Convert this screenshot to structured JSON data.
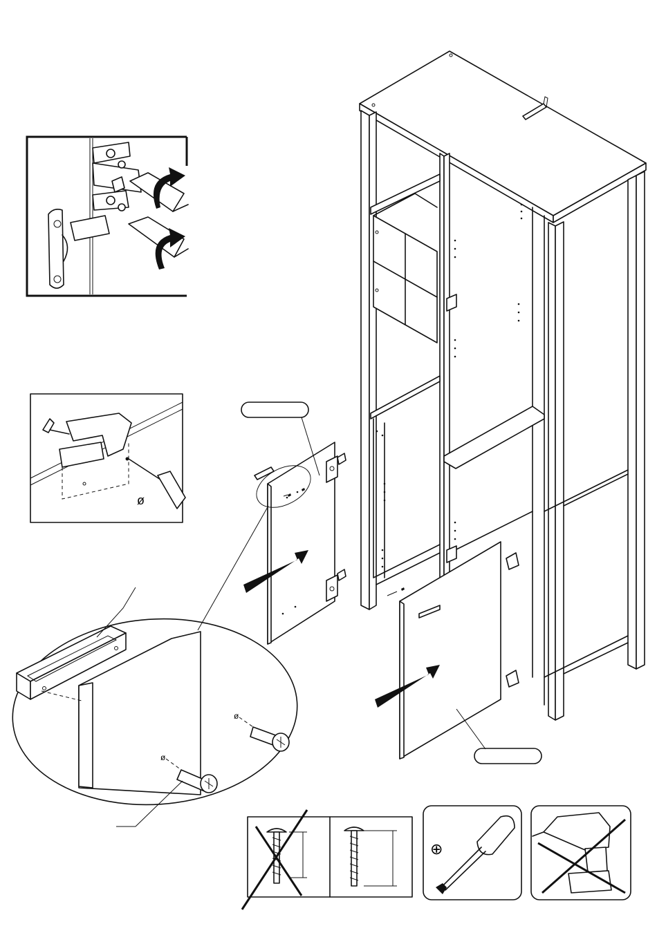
{
  "diagram": {
    "part_callouts": [
      {
        "id": "callout-left-door",
        "label": ""
      },
      {
        "id": "callout-bottom-door",
        "label": ""
      }
    ],
    "detail_boxes": [
      {
        "id": "hinge-adjust-detail",
        "icon": "hinge-adjust-icon"
      },
      {
        "id": "drill-jig-detail",
        "icon": "drill-jig-icon"
      },
      {
        "id": "handle-screw-detail",
        "icon": "handle-screw-icon"
      }
    ],
    "tool_panels": [
      {
        "id": "screw-length-check",
        "icon": "screw-length-icon"
      },
      {
        "id": "screwdriver-allowed",
        "icon": "phillips-screwdriver-icon"
      },
      {
        "id": "power-drill-forbidden",
        "icon": "power-drill-icon"
      }
    ],
    "symbols": {
      "diameter": "ø",
      "phillips": "⊕"
    },
    "colors": {
      "line": "#111111",
      "background": "#ffffff"
    }
  }
}
